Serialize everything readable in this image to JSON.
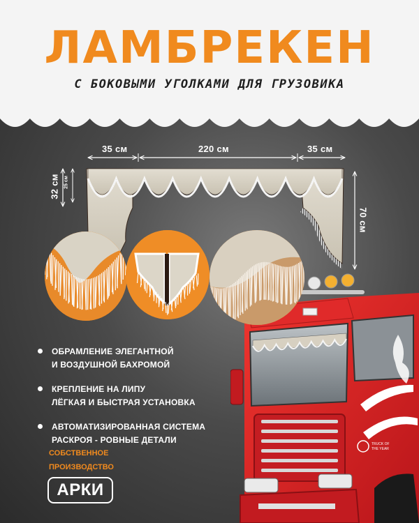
{
  "header": {
    "title": "ЛАМБРЕКЕН",
    "subtitle": "С БОКОВЫМИ УГОЛКАМИ ДЛЯ ГРУЗОВИКА"
  },
  "dimensions": {
    "top_left": "35 см",
    "top_center": "220 см",
    "top_right": "35 см",
    "left_outer": "32 см",
    "left_inner": "25 см",
    "right": "70 см"
  },
  "features": [
    {
      "line1": "ОБРАМЛЕНИЕ ЭЛЕГАНТНОЙ",
      "line2": "И ВОЗДУШНОЙ БАХРОМОЙ"
    },
    {
      "line1": "КРЕПЛЕНИЕ НА ЛИПУ",
      "line2": "ЛЁГКАЯ И БЫСТРАЯ УСТАНОВКА"
    },
    {
      "line1": "АВТОМАТИЗИРОВАННАЯ СИСТЕМА",
      "line2": "РАСКРОЯ - РОВНЫЕ ДЕТАЛИ"
    }
  ],
  "own_production": {
    "line1": "СОБСТВЕННОЕ",
    "line2": "ПРОИЗВОДСТВО"
  },
  "brand": {
    "name": "АРКИ"
  },
  "truck_badge": {
    "line1": "TRUCK OF",
    "line2": "THE YEAR"
  },
  "colors": {
    "accent": "#f08a1e",
    "fabric": "#d8d2c4",
    "fringe": "#f5f5f5",
    "truck_red": "#d8262a",
    "background_dark": "#2b2b2b",
    "background_light": "#f4f4f4"
  },
  "icons": {
    "bullet": "bullet-dot-icon",
    "dimension": "dimension-arrow-icon"
  }
}
